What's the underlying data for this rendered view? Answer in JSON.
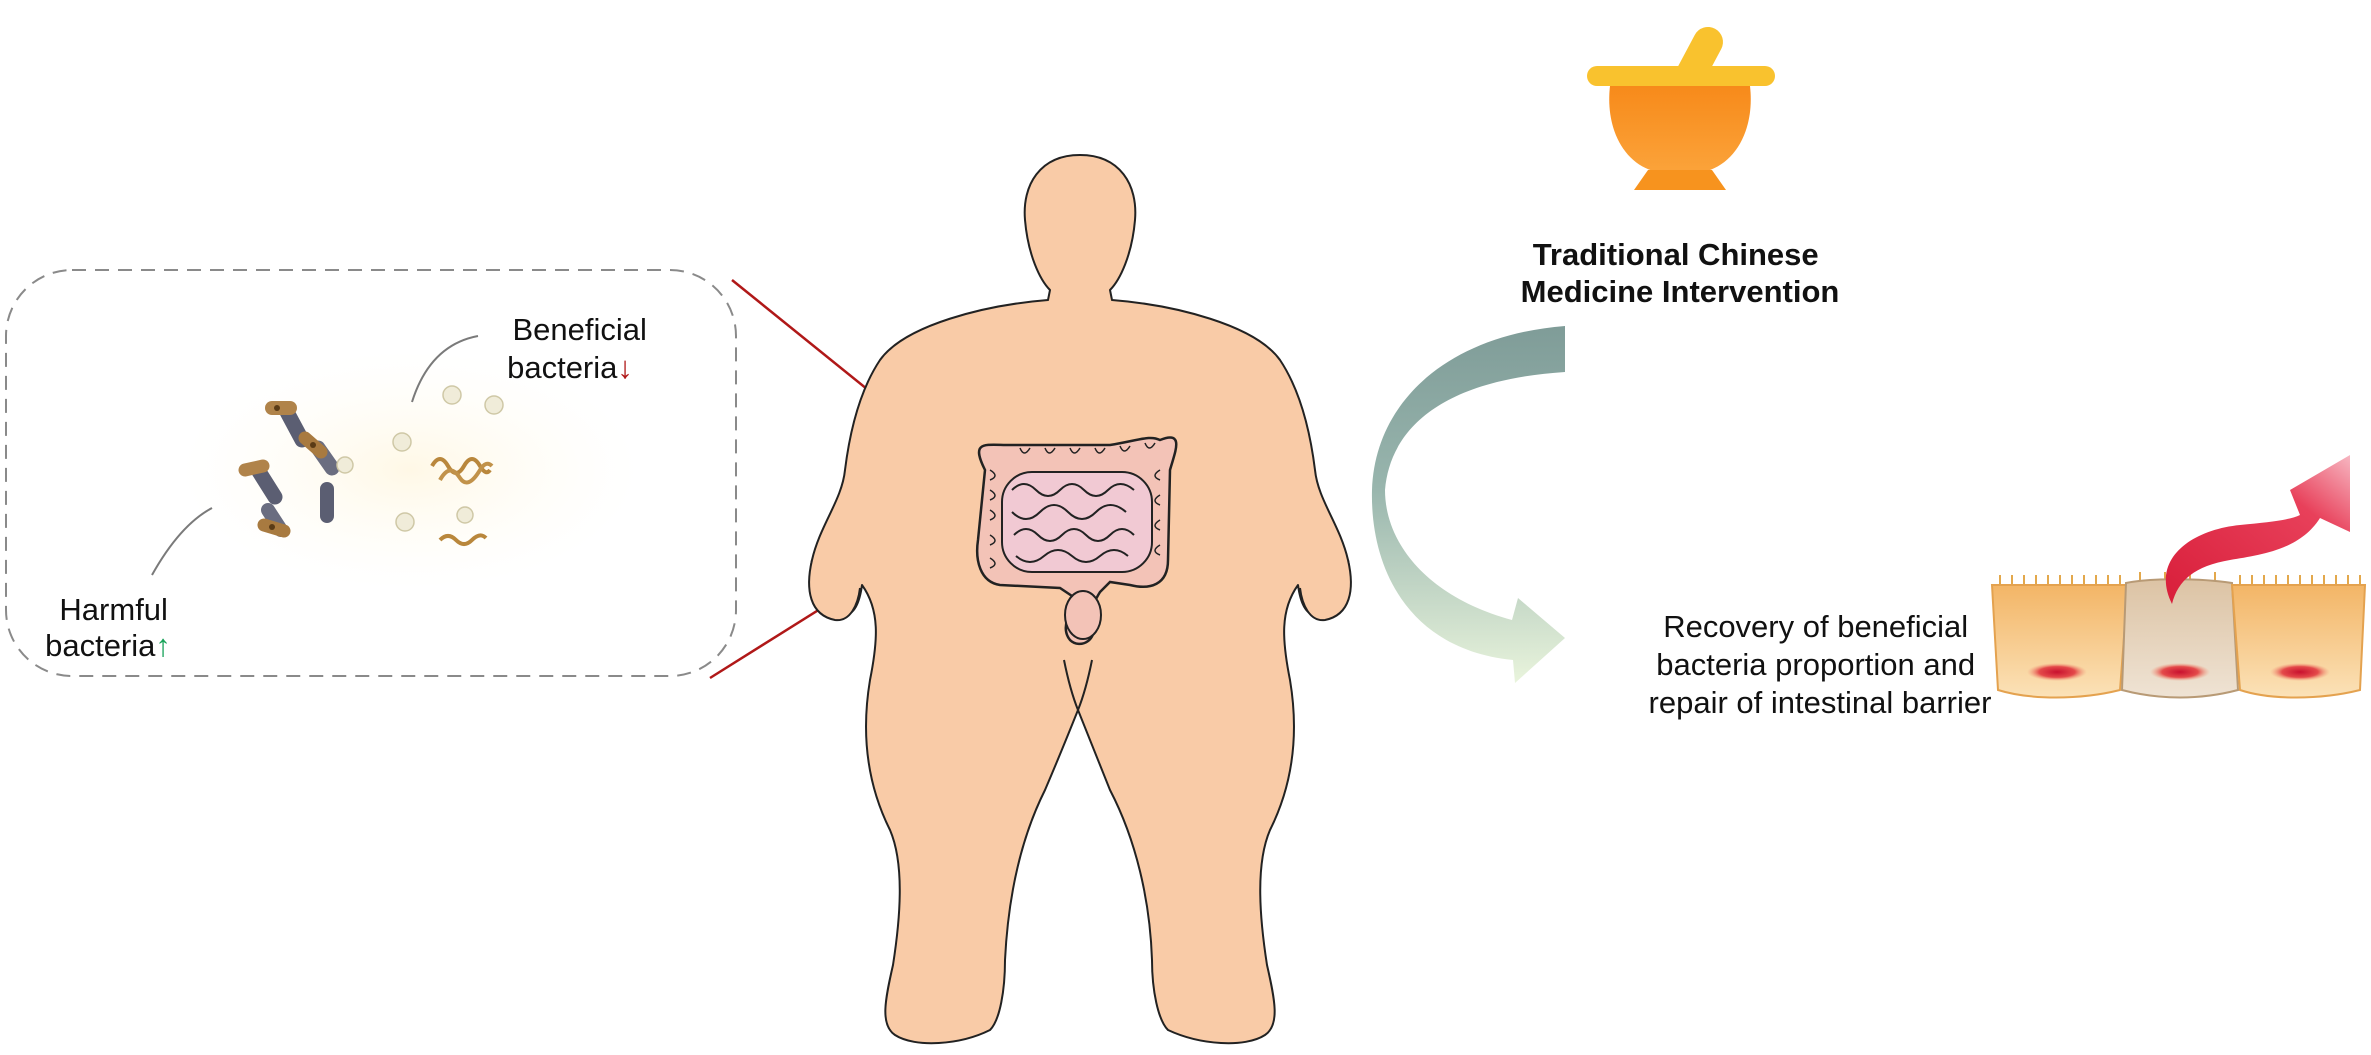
{
  "labels": {
    "beneficial_line1": "Beneficial",
    "beneficial_line2": "bacteria",
    "beneficial_arrow": "↓",
    "harmful_line1": "Harmful",
    "harmful_line2": "bacteria",
    "harmful_arrow": "↑",
    "tcm_line1": "Traditional Chinese",
    "tcm_line2": "Medicine Intervention",
    "recovery_line1": "Recovery of beneficial",
    "recovery_line2": "bacteria proportion and",
    "recovery_line3": "repair of intestinal barrier"
  },
  "colors": {
    "skin": "#f9cba7",
    "outline": "#222222",
    "pointer_line": "#b01818",
    "down_arrow": "#b01818",
    "up_arrow": "#1aa35a",
    "mortar": "#f7931e",
    "pestle": "#f9c22e",
    "cycle_arrow_top": "#7f9c98",
    "cycle_arrow_bottom": "#e6f2d9",
    "repair_arrow": "#e0263f",
    "epithelium": "#f6b862",
    "intestine": "#f1c9d3"
  },
  "icons": {
    "mortar": "mortar-pestle-icon",
    "cycle": "curved-arrow-icon",
    "repair": "up-right-arrow-icon"
  }
}
